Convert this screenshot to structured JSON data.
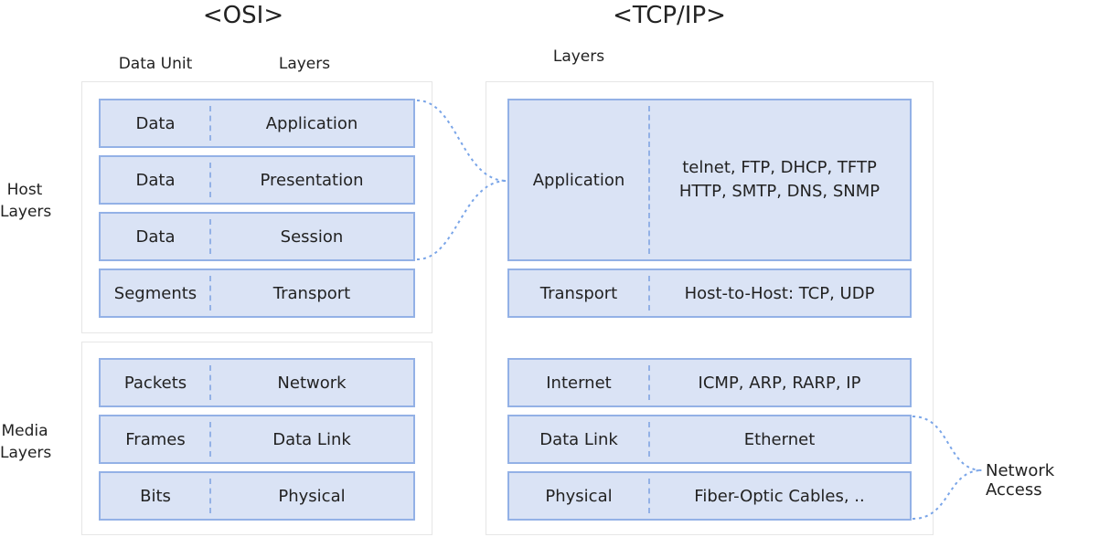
{
  "osi": {
    "title": "<OSI>",
    "col_data_unit": "Data Unit",
    "col_layers": "Layers",
    "host_label_1": "Host",
    "host_label_2": "Layers",
    "media_label_1": "Media",
    "media_label_2": "Layers",
    "rows": [
      {
        "unit": "Data",
        "layer": "Application"
      },
      {
        "unit": "Data",
        "layer": "Presentation"
      },
      {
        "unit": "Data",
        "layer": "Session"
      },
      {
        "unit": "Segments",
        "layer": "Transport"
      },
      {
        "unit": "Packets",
        "layer": "Network"
      },
      {
        "unit": "Frames",
        "layer": "Data Link"
      },
      {
        "unit": "Bits",
        "layer": "Physical"
      }
    ]
  },
  "tcpip": {
    "title": "<TCP/IP>",
    "col_layers": "Layers",
    "app_layer": "Application",
    "app_proto_1": "telnet, FTP, DHCP, TFTP",
    "app_proto_2": "HTTP, SMTP, DNS, SNMP",
    "rows": [
      {
        "layer": "Transport",
        "proto": "Host-to-Host: TCP, UDP"
      },
      {
        "layer": "Internet",
        "proto": "ICMP, ARP, RARP, IP"
      },
      {
        "layer": "Data Link",
        "proto": "Ethernet"
      },
      {
        "layer": "Physical",
        "proto": "Fiber-Optic Cables, .."
      }
    ],
    "network_access": "Network Access"
  },
  "colors": {
    "box_fill": "#dae3f5",
    "box_border": "#93b1e6",
    "connector": "#7aa5e8"
  }
}
